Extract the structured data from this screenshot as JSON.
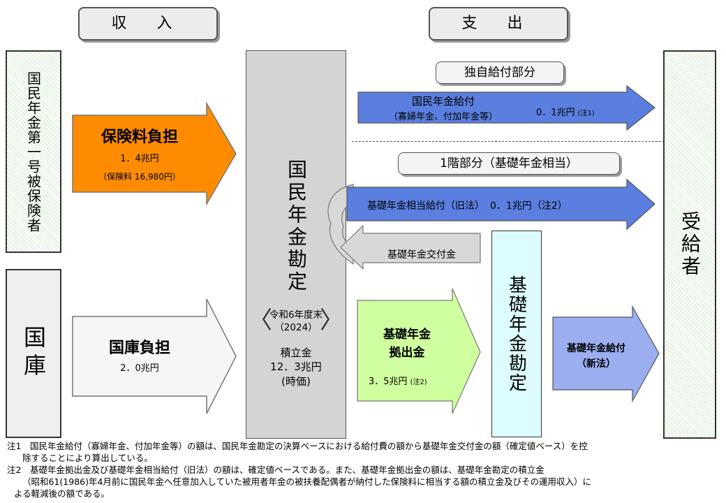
{
  "headers": {
    "income": "収 入",
    "expense": "支 出"
  },
  "left": {
    "insured": "国民年金第一号被保険者",
    "treasury": "国庫"
  },
  "arrows": {
    "premium_title": "保険料負担",
    "premium_amount": "1．4兆円",
    "premium_note": "（保険料 16,980円）",
    "treasury_title": "国庫負担",
    "treasury_amount": "2．0兆円"
  },
  "center": {
    "title": "国民年金勘定",
    "period": "令和6年度末（2024）",
    "reserve_label": "積立金",
    "reserve_amount": "12．3兆円",
    "reserve_basis": "(時価)"
  },
  "expense": {
    "own_benefit_pill": "独自給付部分",
    "own_benefit_title": "国民年金給付",
    "own_benefit_sub": "（寡婦年金、付加年金等）",
    "own_benefit_amount": "0．1兆円",
    "own_benefit_note": "(注1)",
    "tier1_pill": "1階部分（基礎年金相当）",
    "old_law_benefit": "基礎年金相当給付（旧法）",
    "old_law_amount": "0．1兆円（注2）",
    "grant": "基礎年金交付金",
    "contribution_title": "基礎年金拠出金",
    "contribution_amount": "3．5兆円",
    "contribution_note": "(注2)",
    "basic_account": "基礎年金勘定",
    "basic_benefit": "基礎年金給付",
    "basic_benefit_sub": "（新法）",
    "recipients": "受給者"
  },
  "notes": {
    "note1_line1": "注1　国民年金給付（寡婦年金、付加年金等）の額は、国民年金勘定の決算ベースにおける給付費の額から基礎年金交付金の額（確定値ベース）を控",
    "note1_line2": "除することにより算出している。",
    "note2_line1": "注2　基礎年金拠出金及び基礎年金相当給付（旧法）の額は、確定値ベースである。また、基礎年金拠出金の額は、基礎年金勘定の積立金",
    "note2_line2": "（昭和61(1986)年4月前に国民年金へ任意加入していた被用者年金の被扶養配偶者が納付した保険料に相当する額の積立金及びその運用収入）に",
    "note2_line3": "よる軽減後の額である。"
  },
  "colors": {
    "premium_arrow": "#ff8c00",
    "blue_arrow": "#5b7fe0",
    "light_blue_arrow": "#9aaef0",
    "green_arrow": "#cfff9f",
    "basic_account_fill": "#dcfcff",
    "center_fill": "#d4d4d4"
  }
}
